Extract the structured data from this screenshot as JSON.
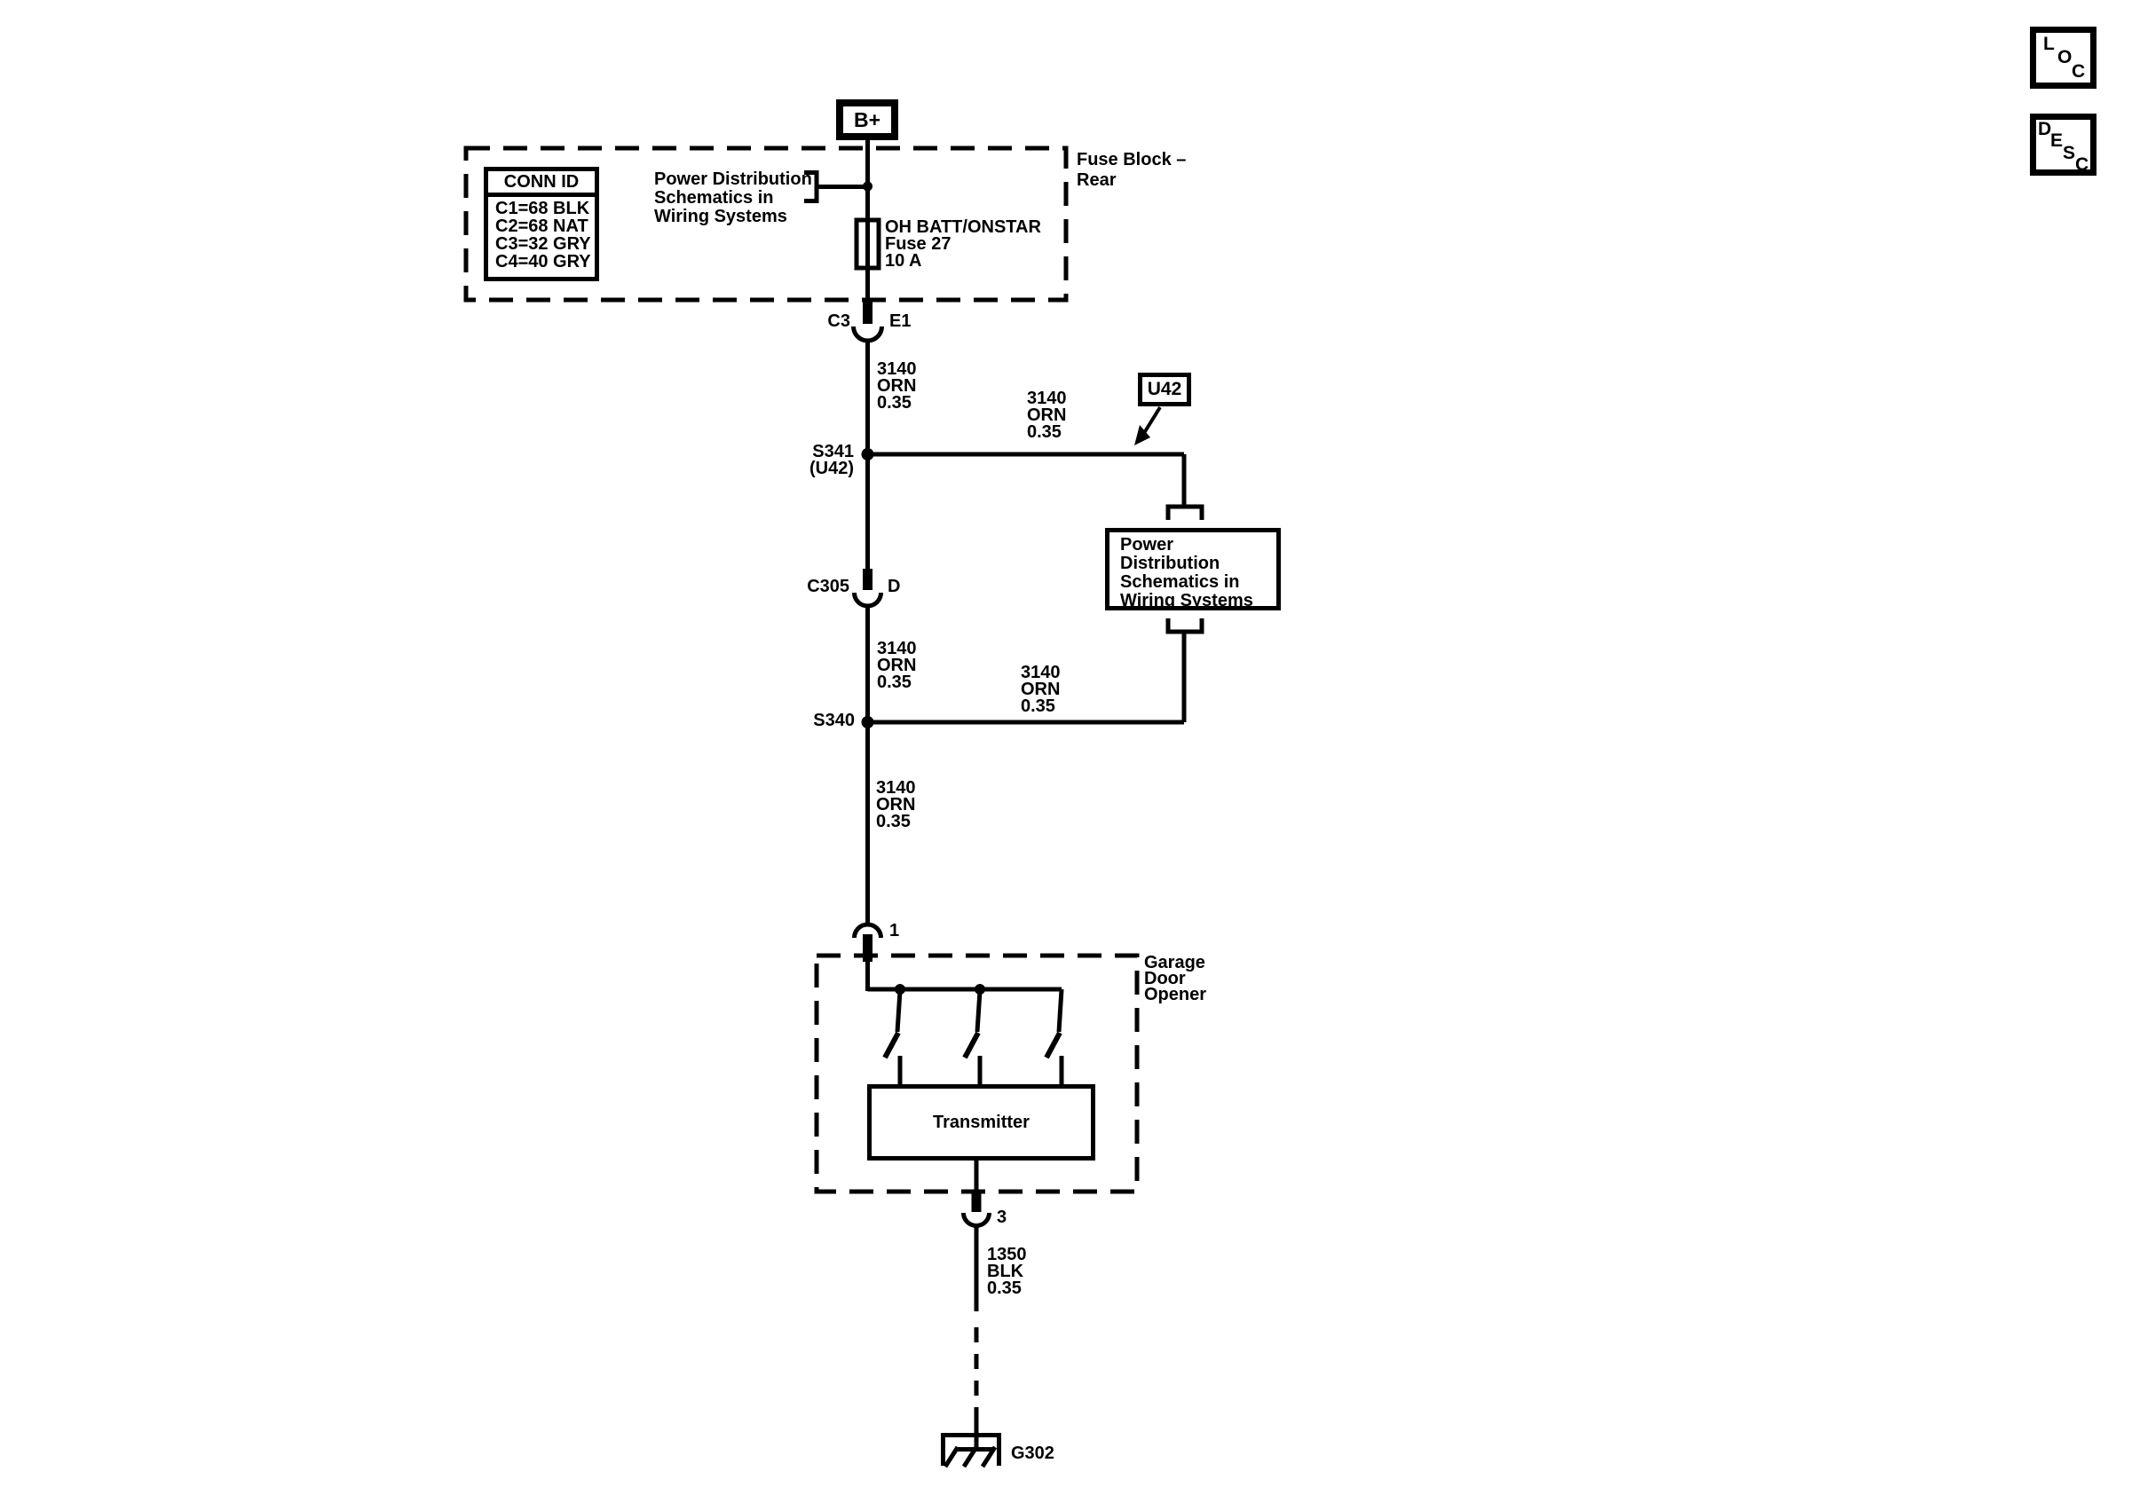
{
  "palette": {
    "ink": "#000000",
    "paper": "#ffffff"
  },
  "nav": {
    "loc_letters": [
      "L",
      "O",
      "C"
    ],
    "desc_letters": [
      "D",
      "E",
      "S",
      "C"
    ]
  },
  "fuse_block": {
    "battery": "B+",
    "title": [
      "Fuse Block –",
      "Rear"
    ],
    "note": [
      "Power Distribution",
      "Schematics in",
      "Wiring Systems"
    ],
    "fuse": [
      "OH BATT/ONSTAR",
      "Fuse 27",
      "10 A"
    ],
    "conn_table": {
      "title": "CONN ID",
      "rows": [
        "C1=68 BLK",
        "C2=68 NAT",
        "C3=32 GRY",
        "C4=40 GRY"
      ]
    }
  },
  "connectors": {
    "c3": {
      "name": "C3",
      "pin": "E1"
    },
    "c305": {
      "name": "C305",
      "pin": "D"
    },
    "gdo_in_pin": "1",
    "gdo_out_pin": "3"
  },
  "splices": {
    "s341": [
      "S341",
      "(U42)"
    ],
    "s340": "S340"
  },
  "u42_callout": "U42",
  "power_dist_box": [
    "Power Distribution",
    "Schematics in",
    "Wiring Systems"
  ],
  "wire_labels": {
    "w1": [
      "3140",
      "ORN",
      "0.35"
    ],
    "w2": [
      "3140",
      "ORN",
      "0.35"
    ],
    "w3": [
      "3140",
      "ORN",
      "0.35"
    ],
    "w4": [
      "3140",
      "ORN",
      "0.35"
    ],
    "w5": [
      "3140",
      "ORN",
      "0.35"
    ],
    "w6": [
      "1350",
      "BLK",
      "0.35"
    ]
  },
  "garage_door_opener": {
    "label": [
      "Garage",
      "Door",
      "Opener"
    ],
    "transmitter": "Transmitter"
  },
  "ground": {
    "label": "G302"
  }
}
